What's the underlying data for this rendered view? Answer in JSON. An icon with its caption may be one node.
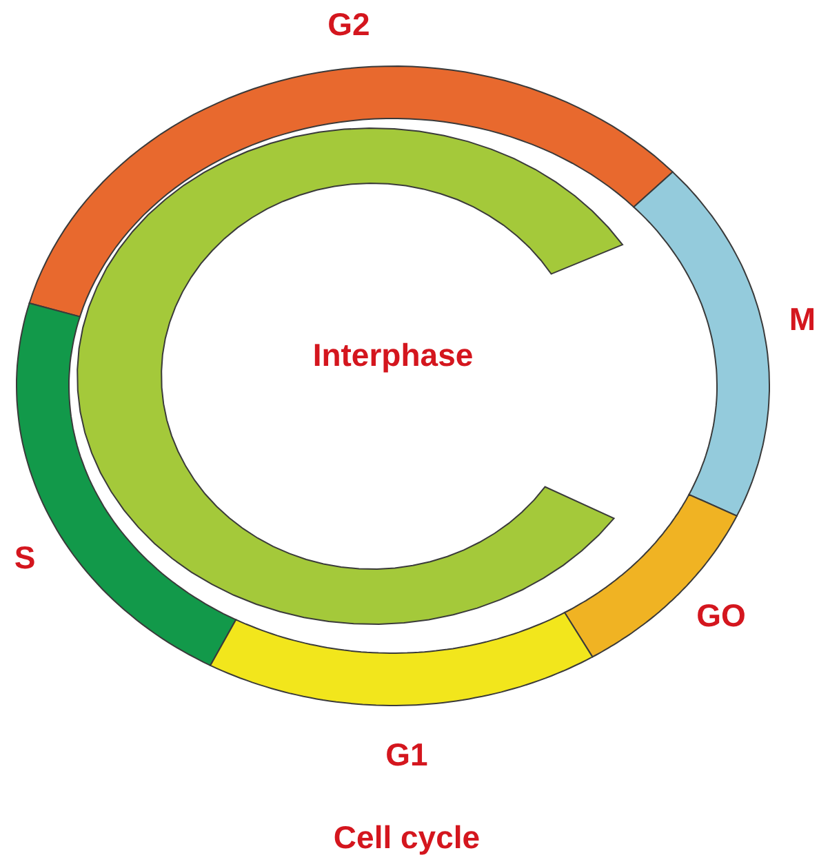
{
  "diagram": {
    "caption": "Cell cycle",
    "nodes": [
      {
        "text": [
          "G2"
        ]
      },
      {
        "text": [
          "M"
        ]
      },
      {
        "text": [
          "Interphase"
        ]
      },
      {
        "text": [
          "S"
        ]
      },
      {
        "text": [
          "GO"
        ]
      },
      {
        "text": [
          "G1"
        ]
      }
    ]
  }
}
